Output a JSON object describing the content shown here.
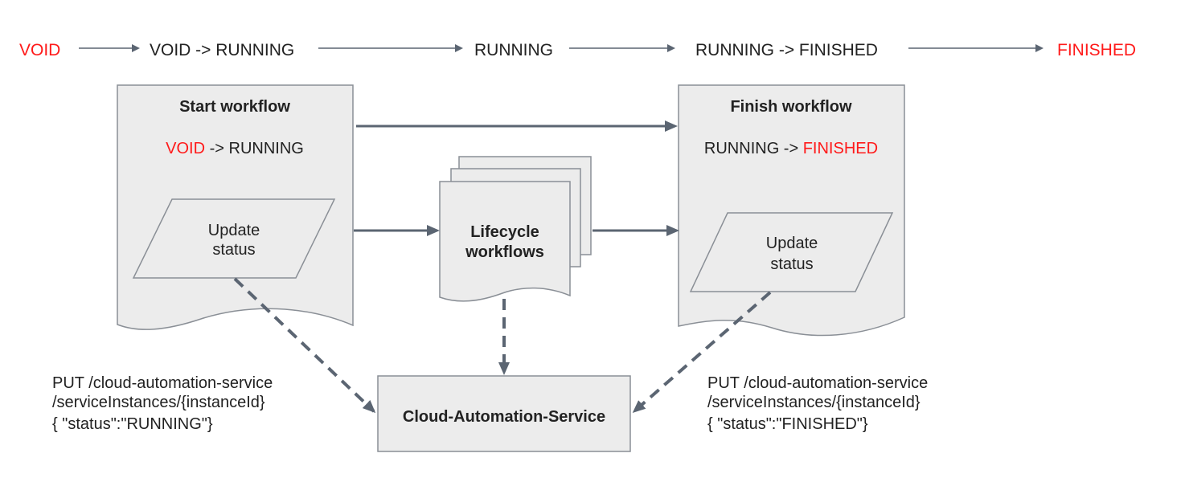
{
  "states": {
    "void": "VOID",
    "void_to_running": "VOID -> RUNNING",
    "running": "RUNNING",
    "running_to_finished": "RUNNING -> FINISHED",
    "finished": "FINISHED"
  },
  "start_workflow": {
    "title": "Start workflow",
    "transition_from": "VOID",
    "transition_to": " -> RUNNING",
    "update_line1": "Update",
    "update_line2": "status"
  },
  "lifecycle": {
    "line1": "Lifecycle",
    "line2": "workflows"
  },
  "finish_workflow": {
    "title": "Finish workflow",
    "transition_from": "RUNNING -> ",
    "transition_to": "FINISHED",
    "update_line1": "Update",
    "update_line2": "status"
  },
  "service": {
    "label": "Cloud-Automation-Service"
  },
  "api_left": {
    "line1": "PUT /cloud-automation-service",
    "line2": "/serviceInstances/{instanceId}",
    "line3": "{ \"status\":\"RUNNING\"}"
  },
  "api_right": {
    "line1": "PUT /cloud-automation-service",
    "line2": "/serviceInstances/{instanceId}",
    "line3": "{ \"status\":\"FINISHED\"}"
  },
  "colors": {
    "terminal_state": "#ff1a1a",
    "shape_fill": "#ececec",
    "arrow": "#5b6572"
  }
}
